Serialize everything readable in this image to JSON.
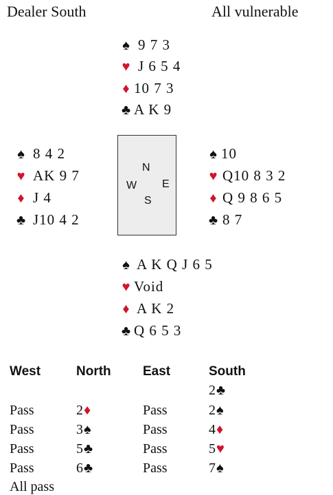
{
  "header": {
    "dealer": "Dealer South",
    "vulnerability": "All vulnerable"
  },
  "colors": {
    "red_suit": "#d0142c",
    "black_suit": "#111111",
    "compass_fill": "#ededed"
  },
  "suits": {
    "spades": "♠",
    "hearts": "♥",
    "diamonds": "♦",
    "clubs": "♣"
  },
  "hands": {
    "north": {
      "spades": "9 7 3",
      "hearts": "J 6 5 4",
      "diamonds": "10 7 3",
      "clubs": "A K 9"
    },
    "west": {
      "spades": "8 4 2",
      "hearts": "AK 9 7",
      "diamonds": "J 4",
      "clubs": "J10 4 2"
    },
    "east": {
      "spades": "10",
      "hearts": "Q10 8 3 2",
      "diamonds": "Q 9 8 6 5",
      "clubs": "8 7"
    },
    "south": {
      "spades": "A K Q J 6 5",
      "hearts": "Void",
      "diamonds": "A K 2",
      "clubs": "Q 6 5 3"
    }
  },
  "compass": {
    "n": "N",
    "w": "W",
    "e": "E",
    "s": "S"
  },
  "auction": {
    "headers": [
      "West",
      "North",
      "East",
      "South"
    ],
    "rows": [
      [
        "",
        "",
        "",
        "2♣"
      ],
      [
        "Pass",
        "2♦",
        "Pass",
        "2♠"
      ],
      [
        "Pass",
        "3♠",
        "Pass",
        "4♦"
      ],
      [
        "Pass",
        "5♣",
        "Pass",
        "5♥"
      ],
      [
        "Pass",
        "6♣",
        "Pass",
        "7♠"
      ]
    ],
    "final": "All pass"
  }
}
